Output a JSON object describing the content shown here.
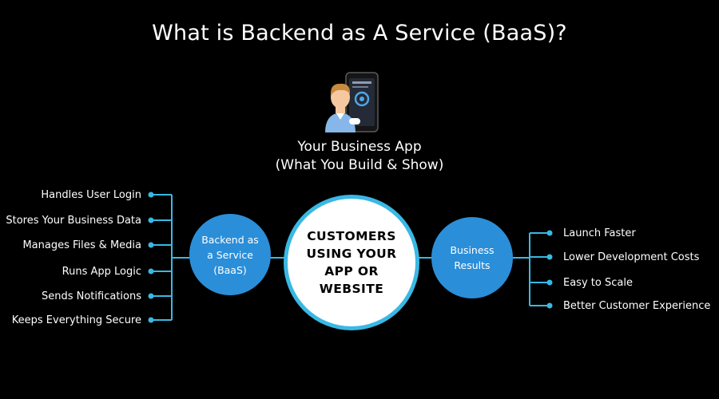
{
  "title": "What is Backend as A Service (BaaS)?",
  "app": {
    "line1": "Your Business App",
    "line2": "(What You Build & Show)",
    "icon": "person-with-phone-icon"
  },
  "baas_node": {
    "line1": "Backend as",
    "line2": "a Service",
    "line3": "(BaaS)"
  },
  "center_node": {
    "text": "CUSTOMERS USING YOUR APP OR WEBSITE"
  },
  "results_node": {
    "line1": "Business",
    "line2": "Results"
  },
  "backend_functions": [
    "Handles User Login",
    "Stores Your Business Data",
    "Manages Files & Media",
    "Runs App Logic",
    "Sends Notifications",
    "Keeps Everything Secure"
  ],
  "business_results": [
    "Launch Faster",
    "Lower Development Costs",
    "Easy to Scale",
    "Better Customer Experience"
  ],
  "colors": {
    "background": "#000000",
    "node_blue": "#2b8ed8",
    "connector": "#3ab8e4",
    "text": "#ffffff"
  }
}
